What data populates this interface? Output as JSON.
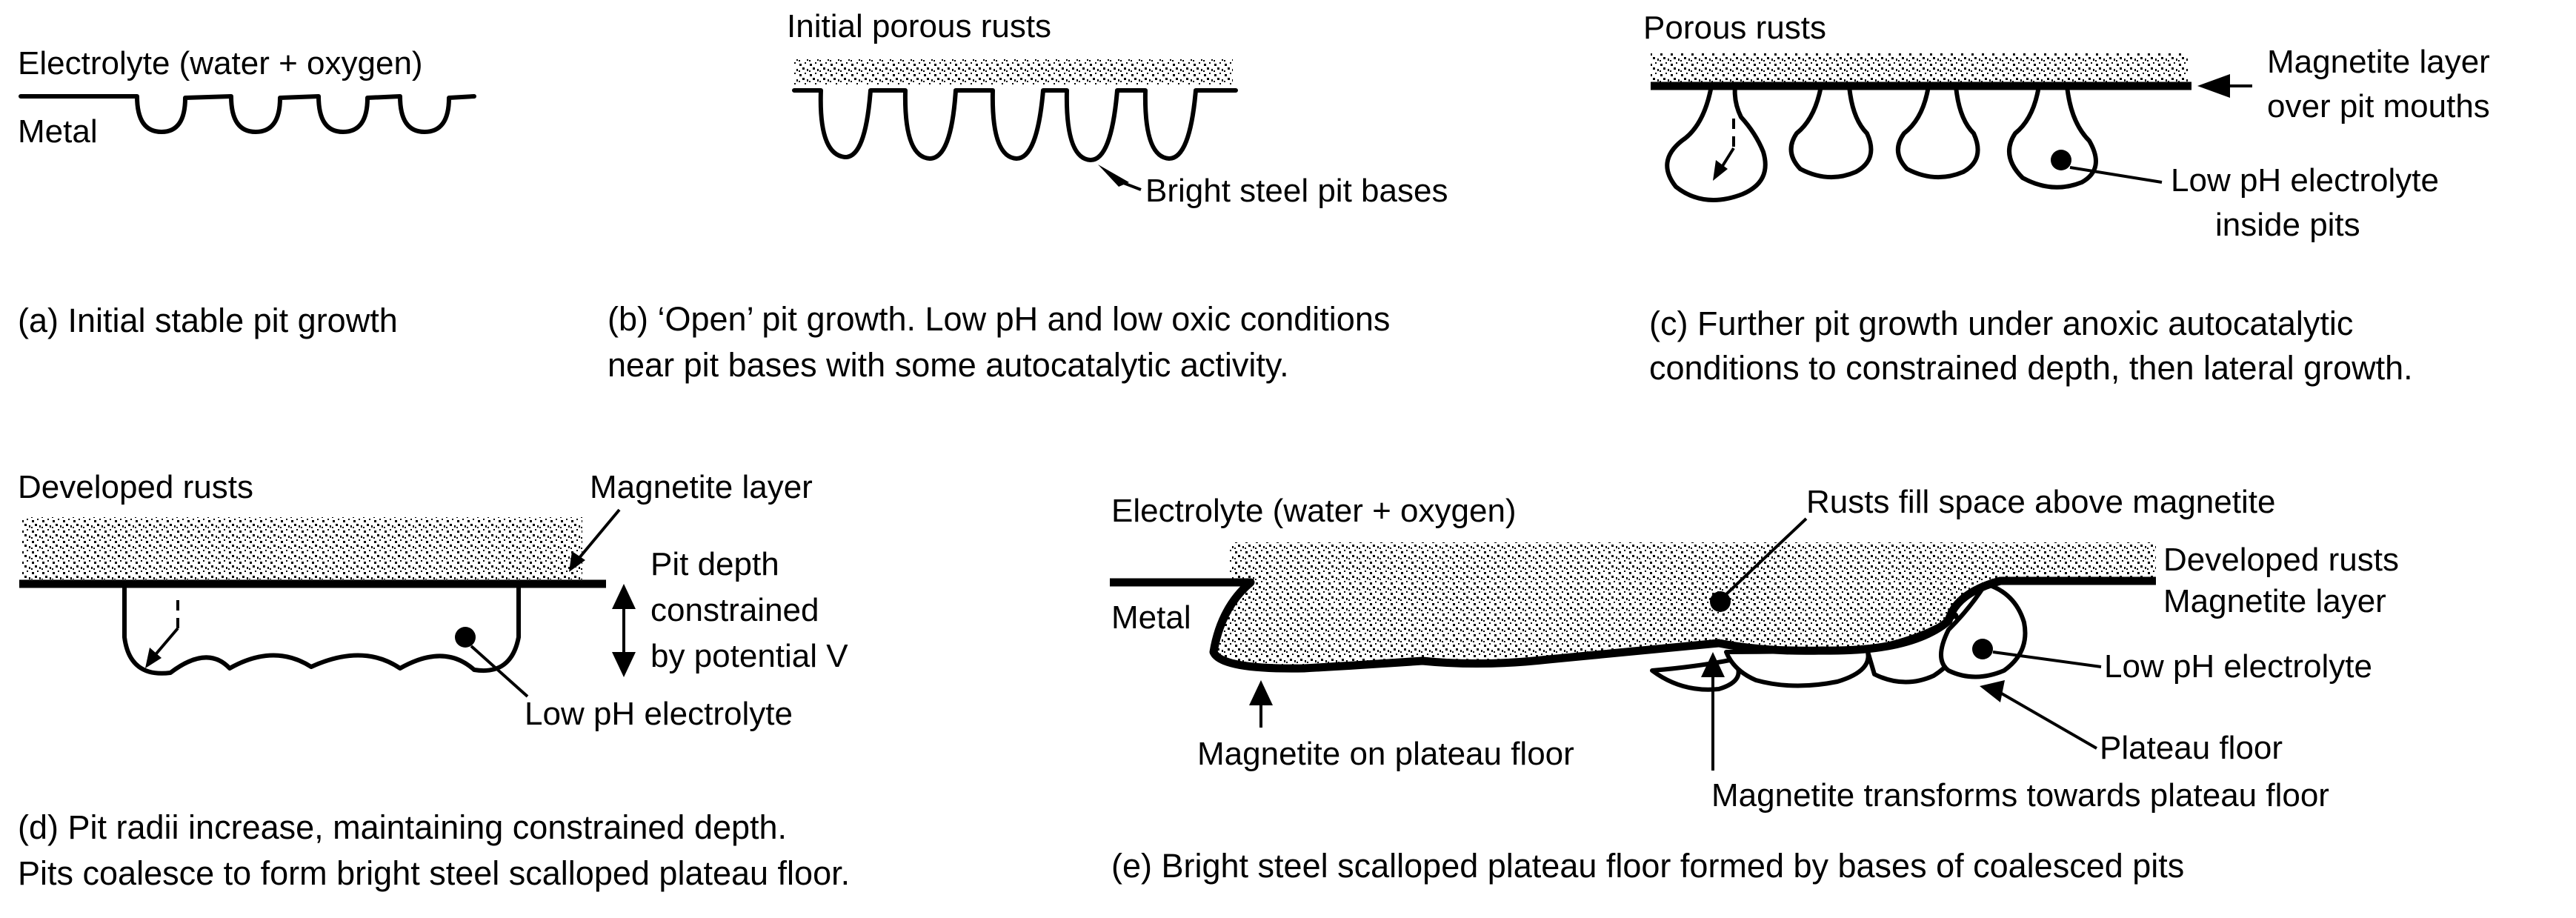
{
  "panel_a": {
    "label_electrolyte": "Electrolyte (water + oxygen)",
    "label_metal": "Metal",
    "caption": "(a) Initial stable pit growth"
  },
  "panel_b": {
    "label_rusts": "Initial porous rusts",
    "label_pit_bases": "Bright steel pit bases",
    "caption_line1": "(b) ‘Open’ pit growth. Low pH and low oxic conditions",
    "caption_line2": "near pit bases with some autocatalytic activity."
  },
  "panel_c": {
    "label_rusts": "Porous rusts",
    "label_magnetite_line1": "Magnetite layer",
    "label_magnetite_line2": "over pit mouths",
    "label_lowph_line1": "Low pH electrolyte",
    "label_lowph_line2": "inside pits",
    "caption_line1": "(c) Further pit growth under anoxic autocatalytic",
    "caption_line2": "conditions to constrained depth, then lateral growth."
  },
  "panel_d": {
    "label_rusts": "Developed rusts",
    "label_magnetite": "Magnetite layer",
    "label_depth_line1": "Pit depth",
    "label_depth_line2": "constrained",
    "label_depth_line3": "by potential V",
    "label_lowph": "Low pH electrolyte",
    "caption_line1": "(d) Pit radii increase, maintaining constrained depth.",
    "caption_line2": "Pits coalesce to form bright steel scalloped plateau floor."
  },
  "panel_e": {
    "label_electrolyte": "Electrolyte (water + oxygen)",
    "label_rusts_fill": "Rusts fill space above magnetite",
    "label_developed_rusts": "Developed rusts",
    "label_magnetite_layer": "Magnetite layer",
    "label_metal": "Metal",
    "label_lowph": "Low pH electrolyte",
    "label_plateau_floor": "Plateau floor",
    "label_magnetite_floor": "Magnetite on plateau floor",
    "label_magnetite_transforms": "Magnetite transforms towards plateau floor",
    "caption": "(e) Bright steel scalloped plateau floor formed by bases of coalesced pits"
  }
}
